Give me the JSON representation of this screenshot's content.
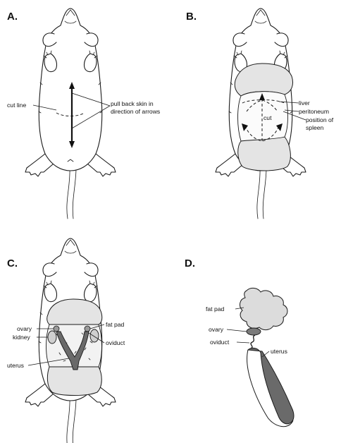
{
  "panels": {
    "a": {
      "letter": "A.",
      "cut_line": "cut line",
      "pull_back_line1": "pull back skin in",
      "pull_back_line2": "direction of arrows"
    },
    "b": {
      "letter": "B.",
      "liver": "liver",
      "peritoneum": "peritoneum",
      "cut": "cut",
      "spleen_line1": "position of",
      "spleen_line2": "spleen"
    },
    "c": {
      "letter": "C.",
      "ovary": "ovary",
      "kidney": "kidney",
      "uterus": "uterus",
      "fat_pad": "fat pad",
      "oviduct": "oviduct"
    },
    "d": {
      "letter": "D.",
      "fat_pad": "fat pad",
      "ovary": "ovary",
      "oviduct": "oviduct",
      "uterus": "uterus"
    }
  },
  "colors": {
    "outline": "#1a1a1a",
    "skin_flap": "#e4e4e4",
    "uterus": "#6a6a6a",
    "kidney": "#cfcfcf"
  }
}
